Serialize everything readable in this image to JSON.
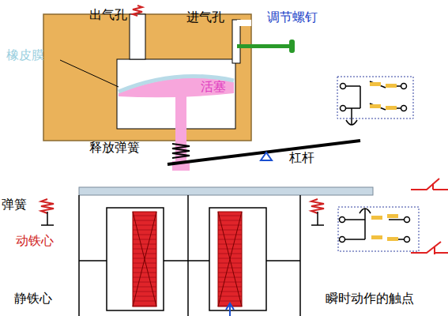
{
  "diagram": {
    "labels": [
      "出气孔",
      "进气孔",
      "调节螺钉",
      "橡皮膜",
      "活塞",
      "释放弹簧",
      "杠杆",
      "弹簧",
      "动铁心",
      "静铁心",
      "瞬时动作的触点"
    ]
  }
}
